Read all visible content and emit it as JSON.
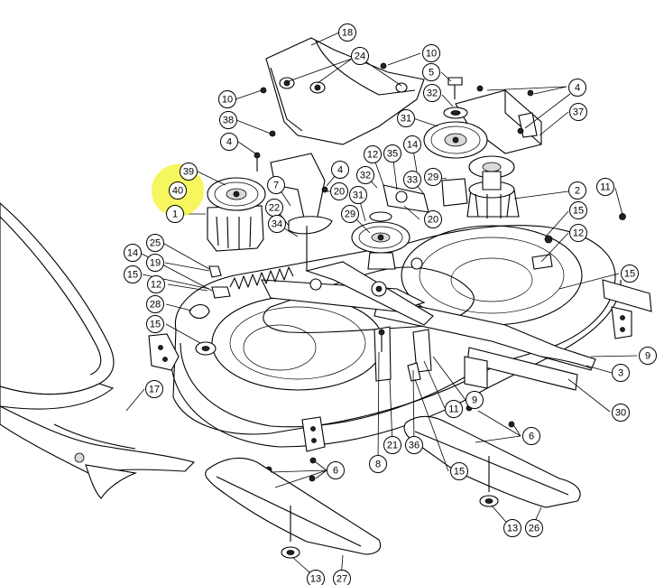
{
  "diagram": {
    "highlight_color": "#f5f542",
    "highlighted_callout": "40",
    "callouts": [
      {
        "id": "c18",
        "label": "18"
      },
      {
        "id": "c24",
        "label": "24"
      },
      {
        "id": "c10a",
        "label": "10"
      },
      {
        "id": "c5",
        "label": "5"
      },
      {
        "id": "c32a",
        "label": "32"
      },
      {
        "id": "c4a",
        "label": "4"
      },
      {
        "id": "c10b",
        "label": "10"
      },
      {
        "id": "c38",
        "label": "38"
      },
      {
        "id": "c31a",
        "label": "31"
      },
      {
        "id": "c37",
        "label": "37"
      },
      {
        "id": "c4b",
        "label": "4"
      },
      {
        "id": "c12a",
        "label": "12"
      },
      {
        "id": "c35",
        "label": "35"
      },
      {
        "id": "c14a",
        "label": "14"
      },
      {
        "id": "c39",
        "label": "39"
      },
      {
        "id": "c4c",
        "label": "4"
      },
      {
        "id": "c32b",
        "label": "32"
      },
      {
        "id": "c33",
        "label": "33"
      },
      {
        "id": "c29a",
        "label": "29"
      },
      {
        "id": "c40",
        "label": "40"
      },
      {
        "id": "c20a",
        "label": "20"
      },
      {
        "id": "c11a",
        "label": "11"
      },
      {
        "id": "c2",
        "label": "2"
      },
      {
        "id": "c7",
        "label": "7"
      },
      {
        "id": "c31b",
        "label": "31"
      },
      {
        "id": "c1",
        "label": "1"
      },
      {
        "id": "c22",
        "label": "22"
      },
      {
        "id": "c29b",
        "label": "29"
      },
      {
        "id": "c20b",
        "label": "20"
      },
      {
        "id": "c15a",
        "label": "15"
      },
      {
        "id": "c34",
        "label": "34"
      },
      {
        "id": "c12b",
        "label": "12"
      },
      {
        "id": "c25",
        "label": "25"
      },
      {
        "id": "c14b",
        "label": "14"
      },
      {
        "id": "c19",
        "label": "19"
      },
      {
        "id": "c15b",
        "label": "15"
      },
      {
        "id": "c15c",
        "label": "15"
      },
      {
        "id": "c12c",
        "label": "12"
      },
      {
        "id": "c28",
        "label": "28"
      },
      {
        "id": "c15d",
        "label": "15"
      },
      {
        "id": "c9a",
        "label": "9"
      },
      {
        "id": "c3",
        "label": "3"
      },
      {
        "id": "c17",
        "label": "17"
      },
      {
        "id": "c9b",
        "label": "9"
      },
      {
        "id": "c11b",
        "label": "11"
      },
      {
        "id": "c30",
        "label": "30"
      },
      {
        "id": "c6a",
        "label": "6"
      },
      {
        "id": "c6b",
        "label": "6"
      },
      {
        "id": "c21",
        "label": "21"
      },
      {
        "id": "c36",
        "label": "36"
      },
      {
        "id": "c8",
        "label": "8"
      },
      {
        "id": "c15e",
        "label": "15"
      },
      {
        "id": "c13a",
        "label": "13"
      },
      {
        "id": "c26",
        "label": "26"
      },
      {
        "id": "c13b",
        "label": "13"
      },
      {
        "id": "c27",
        "label": "27"
      }
    ]
  }
}
